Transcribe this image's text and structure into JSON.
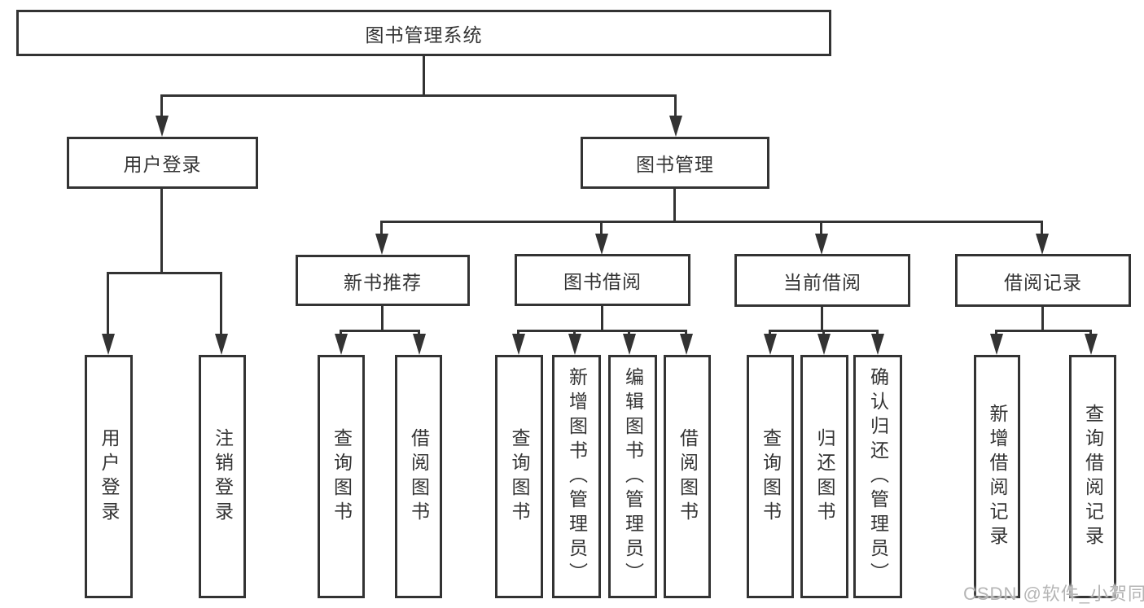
{
  "colors": {
    "line": "#333333",
    "text": "#333333",
    "background": "#ffffff",
    "watermark": "#b5b5b5"
  },
  "watermark": {
    "text": "CSDN @软件_小贺同学"
  },
  "diagram": {
    "type": "tree",
    "root": {
      "label": "图书管理系统"
    },
    "branches": [
      {
        "label": "用户登录",
        "children": [
          {
            "label": "用户登录"
          },
          {
            "label": "注销登录"
          }
        ]
      },
      {
        "label": "图书管理",
        "sections": [
          {
            "label": "新书推荐",
            "children": [
              {
                "label": "查询图书"
              },
              {
                "label": "借阅图书"
              }
            ]
          },
          {
            "label": "图书借阅",
            "children": [
              {
                "label": "查询图书"
              },
              {
                "label": "新增图书（管理员）"
              },
              {
                "label": "编辑图书（管理员）"
              },
              {
                "label": "借阅图书"
              }
            ]
          },
          {
            "label": "当前借阅",
            "children": [
              {
                "label": "查询图书"
              },
              {
                "label": "归还图书"
              },
              {
                "label": "确认归还（管理员）"
              }
            ]
          },
          {
            "label": "借阅记录",
            "children": [
              {
                "label": "新增借阅记录"
              },
              {
                "label": "查询借阅记录"
              }
            ]
          }
        ]
      }
    ]
  }
}
